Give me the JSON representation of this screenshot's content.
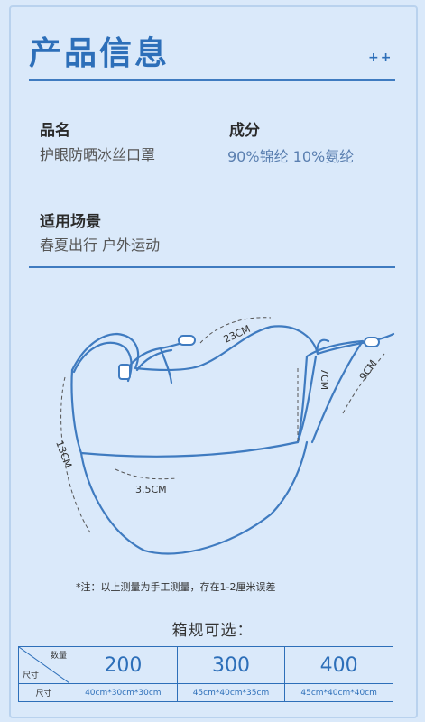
{
  "header": {
    "title": "产品信息",
    "decoration": "++"
  },
  "info": {
    "name_label": "品名",
    "name_value": "护眼防晒冰丝口罩",
    "material_label": "成分",
    "material_value": "90%锦纶 10%氨纶",
    "scene_label": "适用场景",
    "scene_value": "春夏出行 户外运动"
  },
  "diagram": {
    "dim_top": "23CM",
    "dim_left": "13CM",
    "dim_bottom": "3.5CM",
    "dim_side_inner": "7CM",
    "dim_side_outer": "9CM"
  },
  "note": "*注：以上测量为手工测量，存在1-2厘米误差",
  "packing": {
    "title": "箱规可选：",
    "qty_header": "数量",
    "size_header": "尺寸",
    "quantities": [
      "200",
      "300",
      "400"
    ],
    "sizes": [
      "40cm*30cm*30cm",
      "45cm*40cm*35cm",
      "45cm*40cm*40cm"
    ]
  },
  "colors": {
    "accent": "#2d6fb9",
    "background": "#dae9fa",
    "text": "#2b2b2b"
  }
}
